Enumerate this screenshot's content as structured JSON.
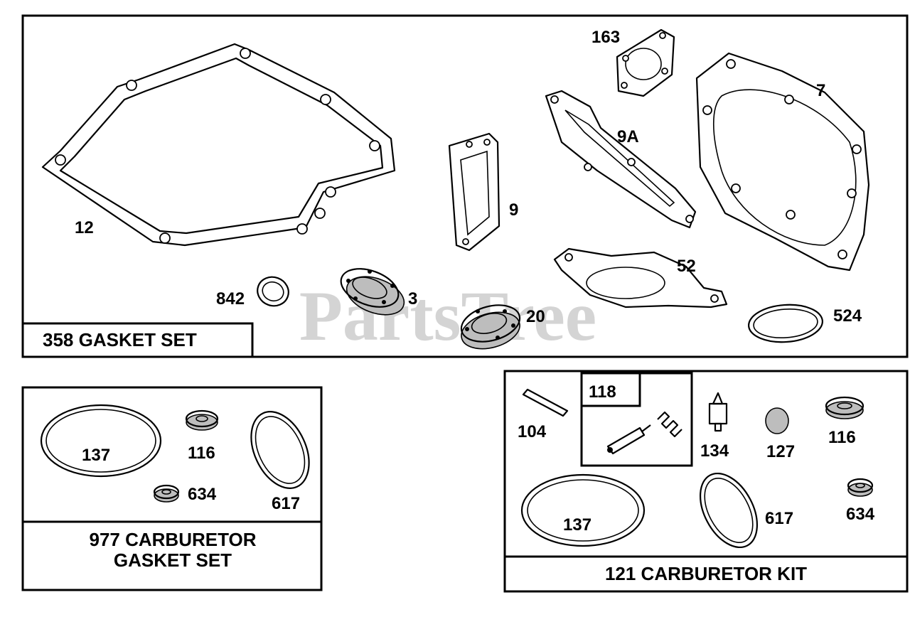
{
  "watermark": "PartsTree",
  "kits": {
    "gasket_set": "358 GASKET SET",
    "carb_gasket_set_line1": "977 CARBURETOR",
    "carb_gasket_set_line2": "GASKET SET",
    "carb_kit": "121 CARBURETOR KIT"
  },
  "parts": {
    "p12": "12",
    "p163": "163",
    "p7": "7",
    "p9A": "9A",
    "p9": "9",
    "p52": "52",
    "p842": "842",
    "p3": "3",
    "p20": "20",
    "p524": "524",
    "g137": "137",
    "g116": "116",
    "g634": "634",
    "g617": "617",
    "k104": "104",
    "k118": "118",
    "k134": "134",
    "k127": "127",
    "k116": "116",
    "k137": "137",
    "k617": "617",
    "k634": "634"
  }
}
